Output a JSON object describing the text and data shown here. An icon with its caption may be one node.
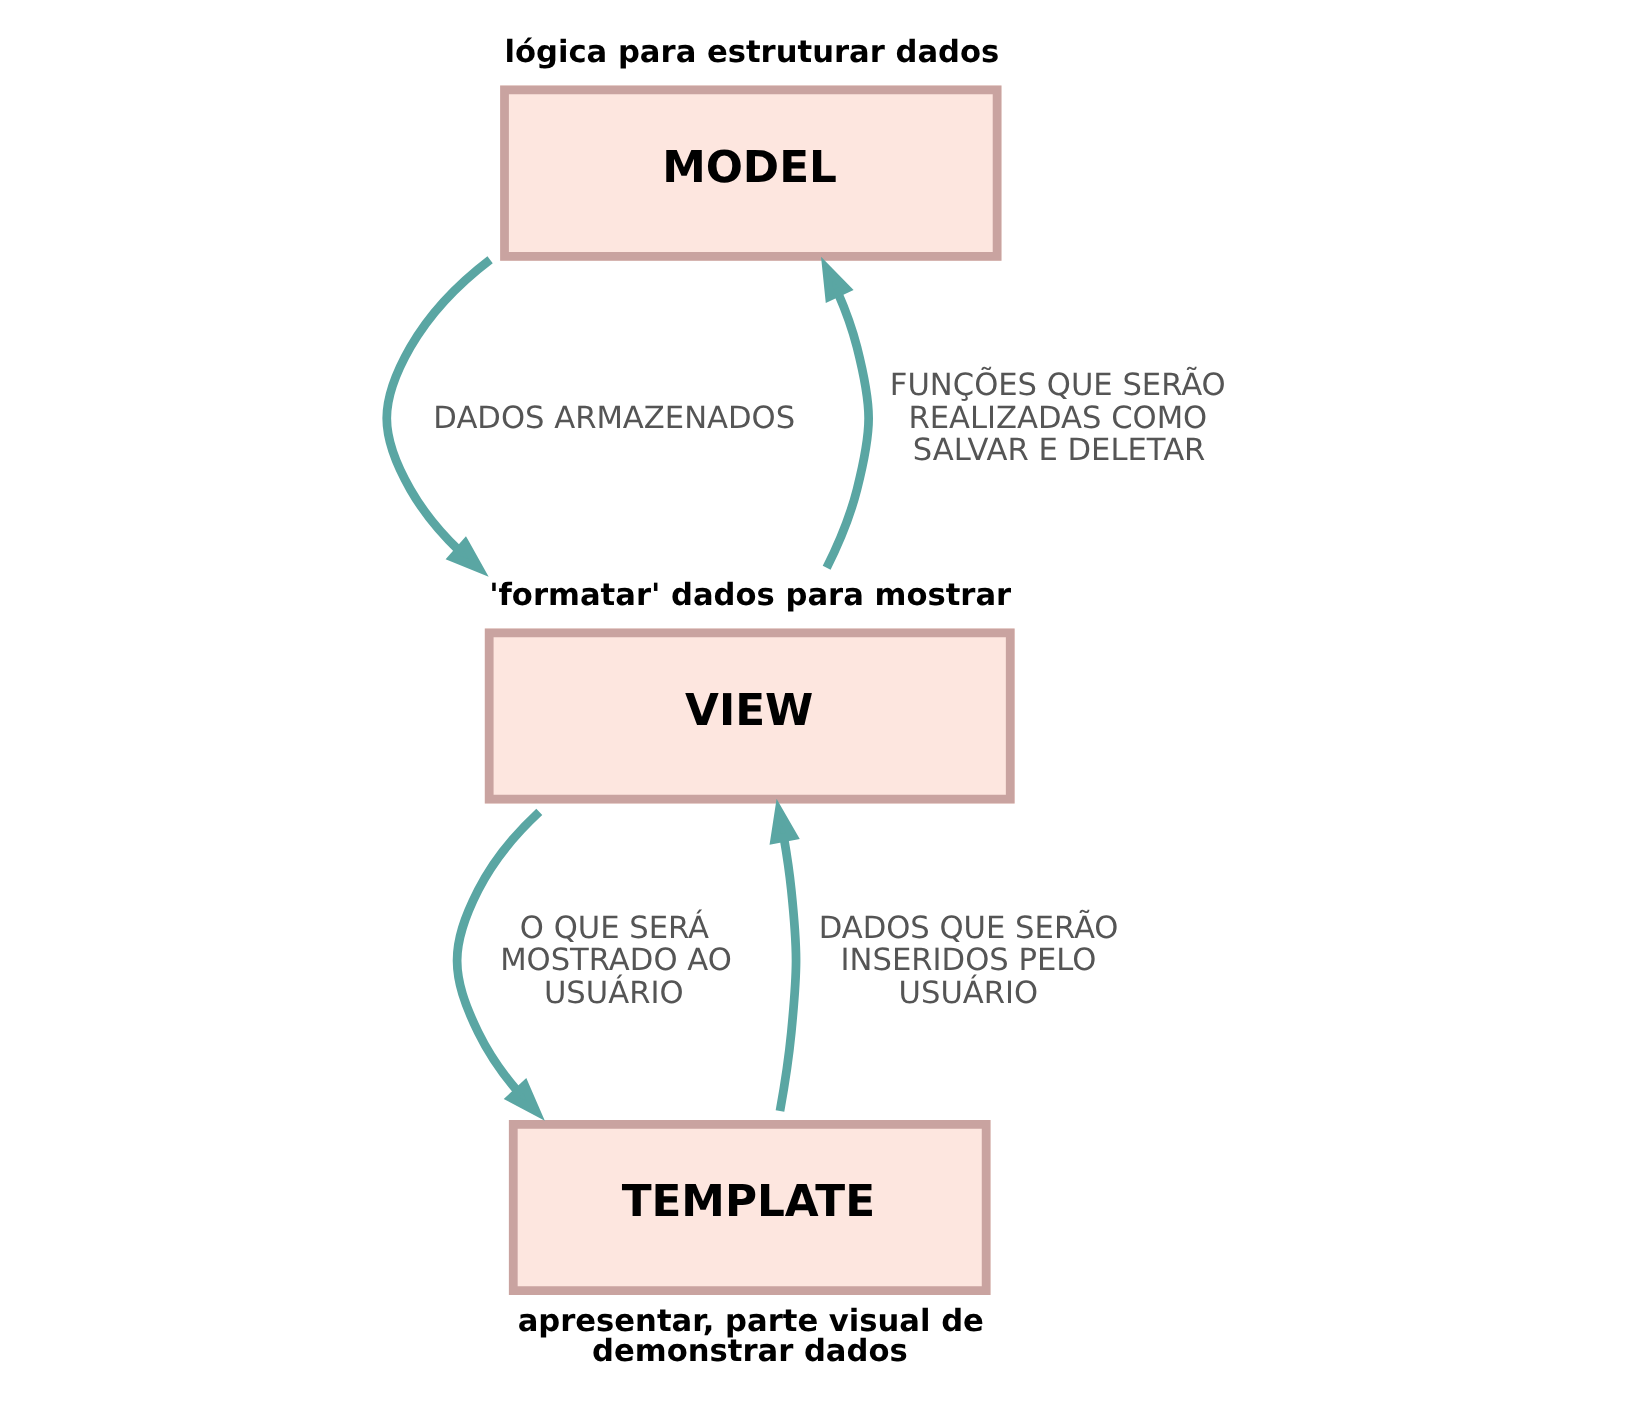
{
  "diagram": {
    "nodes": [
      {
        "text": [
          "MODEL"
        ],
        "beside": [
          "lógica para estruturar dados"
        ]
      },
      {
        "text": [
          "VIEW"
        ],
        "beside": [
          "'formatar' dados para mostrar"
        ]
      },
      {
        "text": [
          "TEMPLATE"
        ],
        "beside": [
          "apresentar, parte visual de demonstrar dados"
        ]
      }
    ],
    "edges": [
      {
        "from": 0,
        "to": 1,
        "arrow": "to",
        "label": "DADOS ARMAZENADOS"
      },
      {
        "from": 1,
        "to": 0,
        "arrow": "to",
        "label": "FUNÇÕES QUE SERÃO REALIZADAS COMO SALVAR E DELETAR"
      },
      {
        "from": 1,
        "to": 2,
        "arrow": "to",
        "label": "O QUE SERÁ MOSTRADO AO USUÁRIO"
      },
      {
        "from": 2,
        "to": 1,
        "arrow": "to",
        "label": "DADOS QUE SERÃO INSERIDOS PELO USUÁRIO"
      }
    ]
  }
}
